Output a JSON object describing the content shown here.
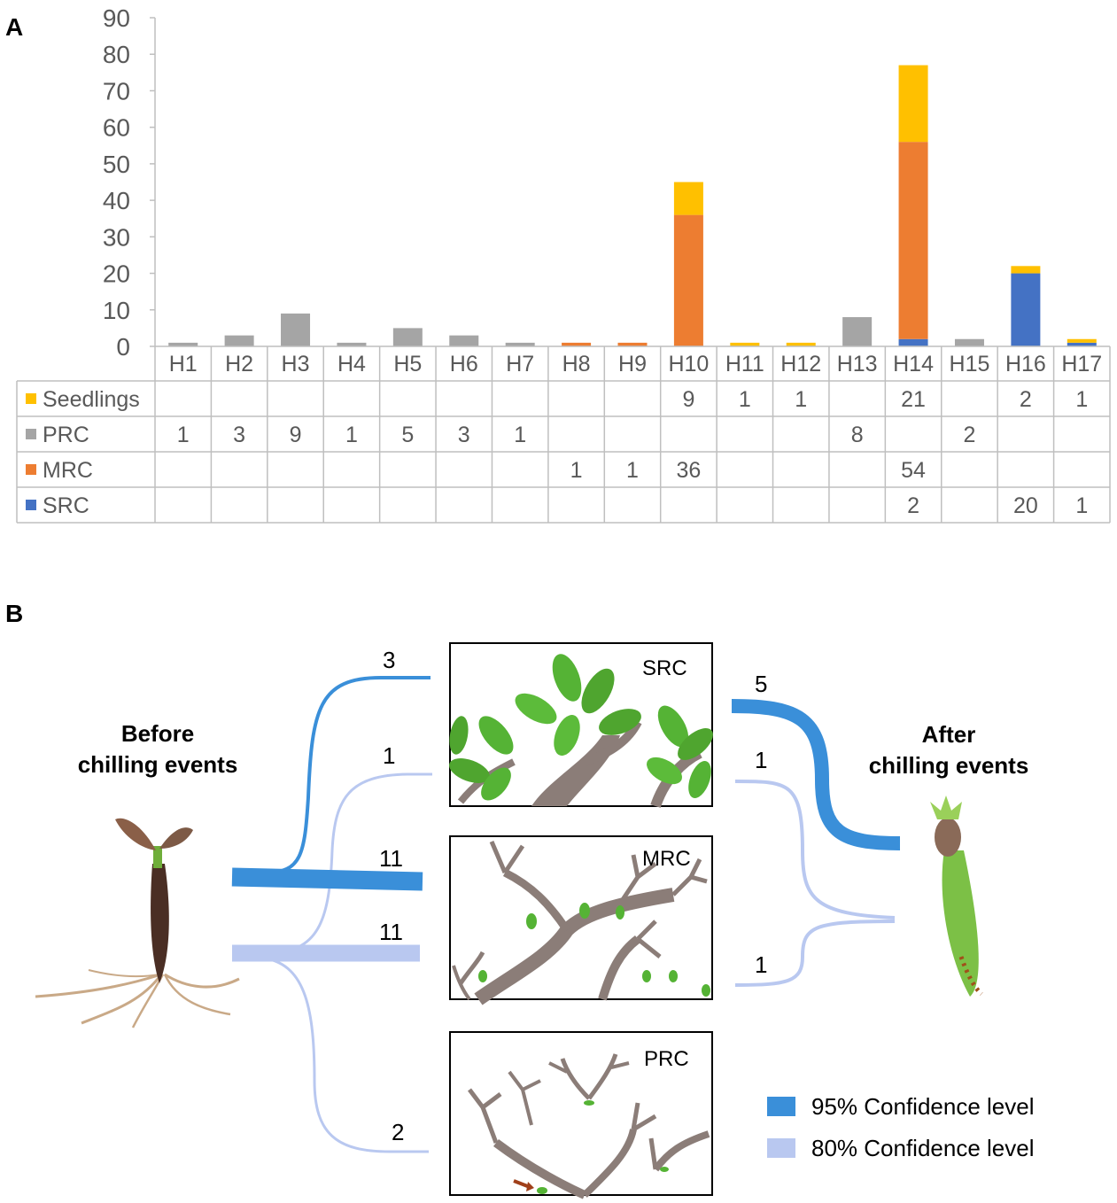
{
  "panel_a_letter": "A",
  "panel_b_letter": "B",
  "chart_data": {
    "type": "bar",
    "stacked": true,
    "categories": [
      "H1",
      "H2",
      "H3",
      "H4",
      "H5",
      "H6",
      "H7",
      "H8",
      "H9",
      "H10",
      "H11",
      "H12",
      "H13",
      "H14",
      "H15",
      "H16",
      "H17"
    ],
    "ylim": [
      0,
      90
    ],
    "yticks": [
      0,
      10,
      20,
      30,
      40,
      50,
      60,
      70,
      80,
      90
    ],
    "series": [
      {
        "name": "SRC",
        "color": "#4472C4",
        "values": [
          null,
          null,
          null,
          null,
          null,
          null,
          null,
          null,
          null,
          null,
          null,
          null,
          null,
          2,
          null,
          20,
          1
        ]
      },
      {
        "name": "MRC",
        "color": "#ED7D31",
        "values": [
          null,
          null,
          null,
          null,
          null,
          null,
          null,
          1,
          1,
          36,
          null,
          null,
          null,
          54,
          null,
          null,
          null
        ]
      },
      {
        "name": "PRC",
        "color": "#A5A5A5",
        "values": [
          1,
          3,
          9,
          1,
          5,
          3,
          1,
          null,
          null,
          null,
          null,
          null,
          8,
          null,
          2,
          null,
          null
        ]
      },
      {
        "name": "Seedlings",
        "color": "#FFC000",
        "values": [
          null,
          null,
          null,
          null,
          null,
          null,
          null,
          null,
          null,
          9,
          1,
          1,
          null,
          21,
          null,
          2,
          1
        ]
      }
    ],
    "table_row_order": [
      "Seedlings",
      "PRC",
      "MRC",
      "SRC"
    ],
    "grid": false,
    "legend_placement": "data table"
  },
  "diagram": {
    "before_caption": [
      "Before",
      "chilling events"
    ],
    "after_caption": [
      "After",
      "chilling events"
    ],
    "boxes": [
      {
        "label": "SRC"
      },
      {
        "label": "MRC"
      },
      {
        "label": "PRC"
      }
    ],
    "flows_before": [
      {
        "to": "SRC",
        "value": "3",
        "level": "95"
      },
      {
        "to": "MRC",
        "value": "11",
        "level": "95"
      },
      {
        "to": "SRC",
        "value": "1",
        "level": "80"
      },
      {
        "to": "MRC",
        "value": "11",
        "level": "80"
      },
      {
        "to": "PRC",
        "value": "2",
        "level": "80"
      }
    ],
    "flows_after": [
      {
        "from": "SRC",
        "value": "5",
        "level": "95"
      },
      {
        "from": "SRC",
        "value": "1",
        "level": "80"
      },
      {
        "from": "MRC",
        "value": "1",
        "level": "80"
      }
    ],
    "legend": [
      {
        "label": "95% Confidence level",
        "color": "#3A8FD9"
      },
      {
        "label": "80% Confidence level",
        "color": "#B9C8F0"
      }
    ]
  }
}
